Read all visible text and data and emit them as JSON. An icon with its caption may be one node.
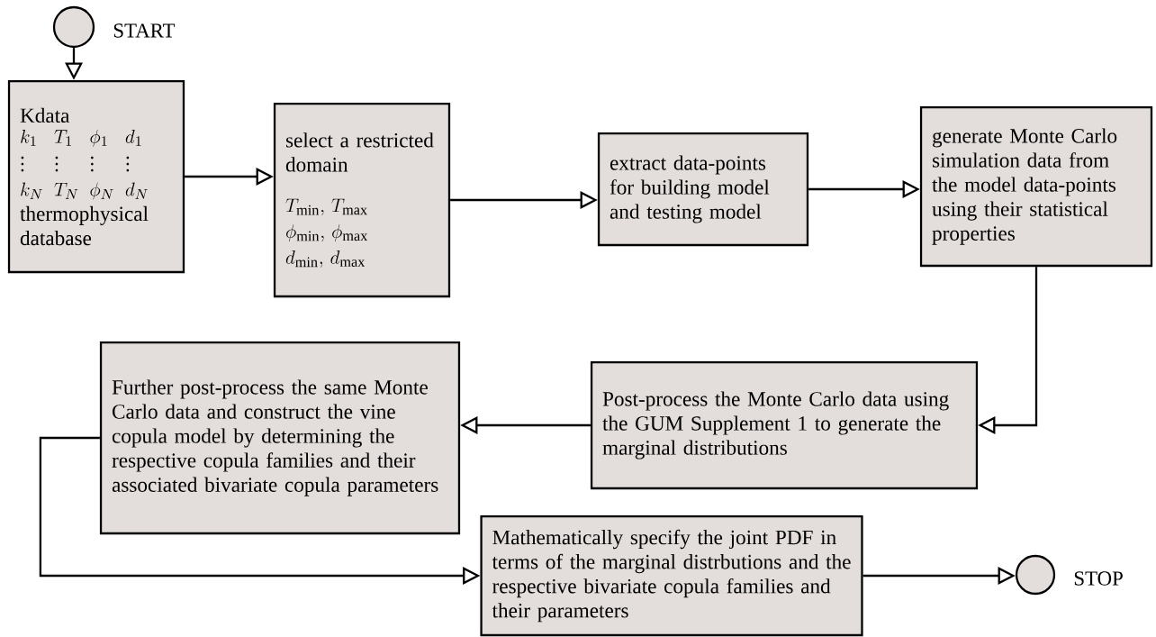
{
  "diagram": {
    "nodes": [
      {
        "text": [],
        "shape": "circle",
        "beside": [
          "START"
        ]
      },
      {
        "text": [
          "Kdata",
          "\\begin{array}{@{}l@{\\;\\;}l@{\\;\\;}l@{\\;\\;}l@{}}k_1&T_1&\\phi_1&d_1\\\\[-2pt] \\vdots&\\vdots&\\vdots&\\vdots\\\\ k_N&T_N&\\phi_N&d_N\\end{array}",
          "thermophysical database"
        ]
      },
      {
        "text": [
          "select a restricted domain",
          "T_{\\mathrm{min}},\\, T_{\\mathrm{max}}",
          "\\phi_{\\mathrm{min}},\\, \\phi_{\\mathrm{max}}",
          "d_{\\mathrm{min}},\\, d_{\\mathrm{max}}"
        ]
      },
      {
        "text": [
          "extract data-points for building model and testing model"
        ]
      },
      {
        "text": [
          "generate Monte Carlo simulation data from the model data-points using their statistical properties"
        ]
      },
      {
        "text": [
          "Post-process the Monte Carlo data using the GUM Supplement 1 to generate the marginal distributions"
        ]
      },
      {
        "text": [
          "Further post-process the same Monte Carlo data and construct the vine copula model by determining the respective copula families and their associated bivariate copula parameters"
        ]
      },
      {
        "text": [
          "Mathematically specify the joint PDF in terms of the marginal distrbutions and the respective bivariate copula families and their parameters"
        ]
      },
      {
        "text": [],
        "shape": "circle",
        "beside": [
          "STOP"
        ]
      }
    ],
    "edges": [
      {
        "from": 0,
        "to": 1,
        "arrow": "to"
      },
      {
        "from": 1,
        "to": 2,
        "arrow": "to"
      },
      {
        "from": 2,
        "to": 3,
        "arrow": "to"
      },
      {
        "from": 3,
        "to": 4,
        "arrow": "to"
      },
      {
        "from": 4,
        "to": 5,
        "arrow": "to"
      },
      {
        "from": 5,
        "to": 6,
        "arrow": "to"
      },
      {
        "from": 6,
        "to": 7,
        "arrow": "to"
      },
      {
        "from": 7,
        "to": 8,
        "arrow": "to"
      }
    ]
  }
}
